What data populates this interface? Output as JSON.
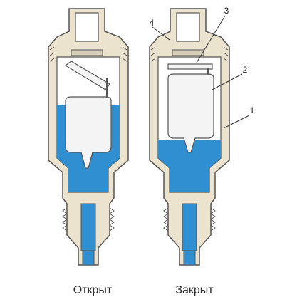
{
  "captions": {
    "open": "Открыт",
    "closed": "Закрыт"
  },
  "callouts": [
    "1",
    "2",
    "3",
    "4"
  ],
  "colors": {
    "body": "#ece3cf",
    "outline": "#555555",
    "water": "#2f8fd0",
    "float": "#f4f4f4",
    "background": "#ffffff"
  }
}
